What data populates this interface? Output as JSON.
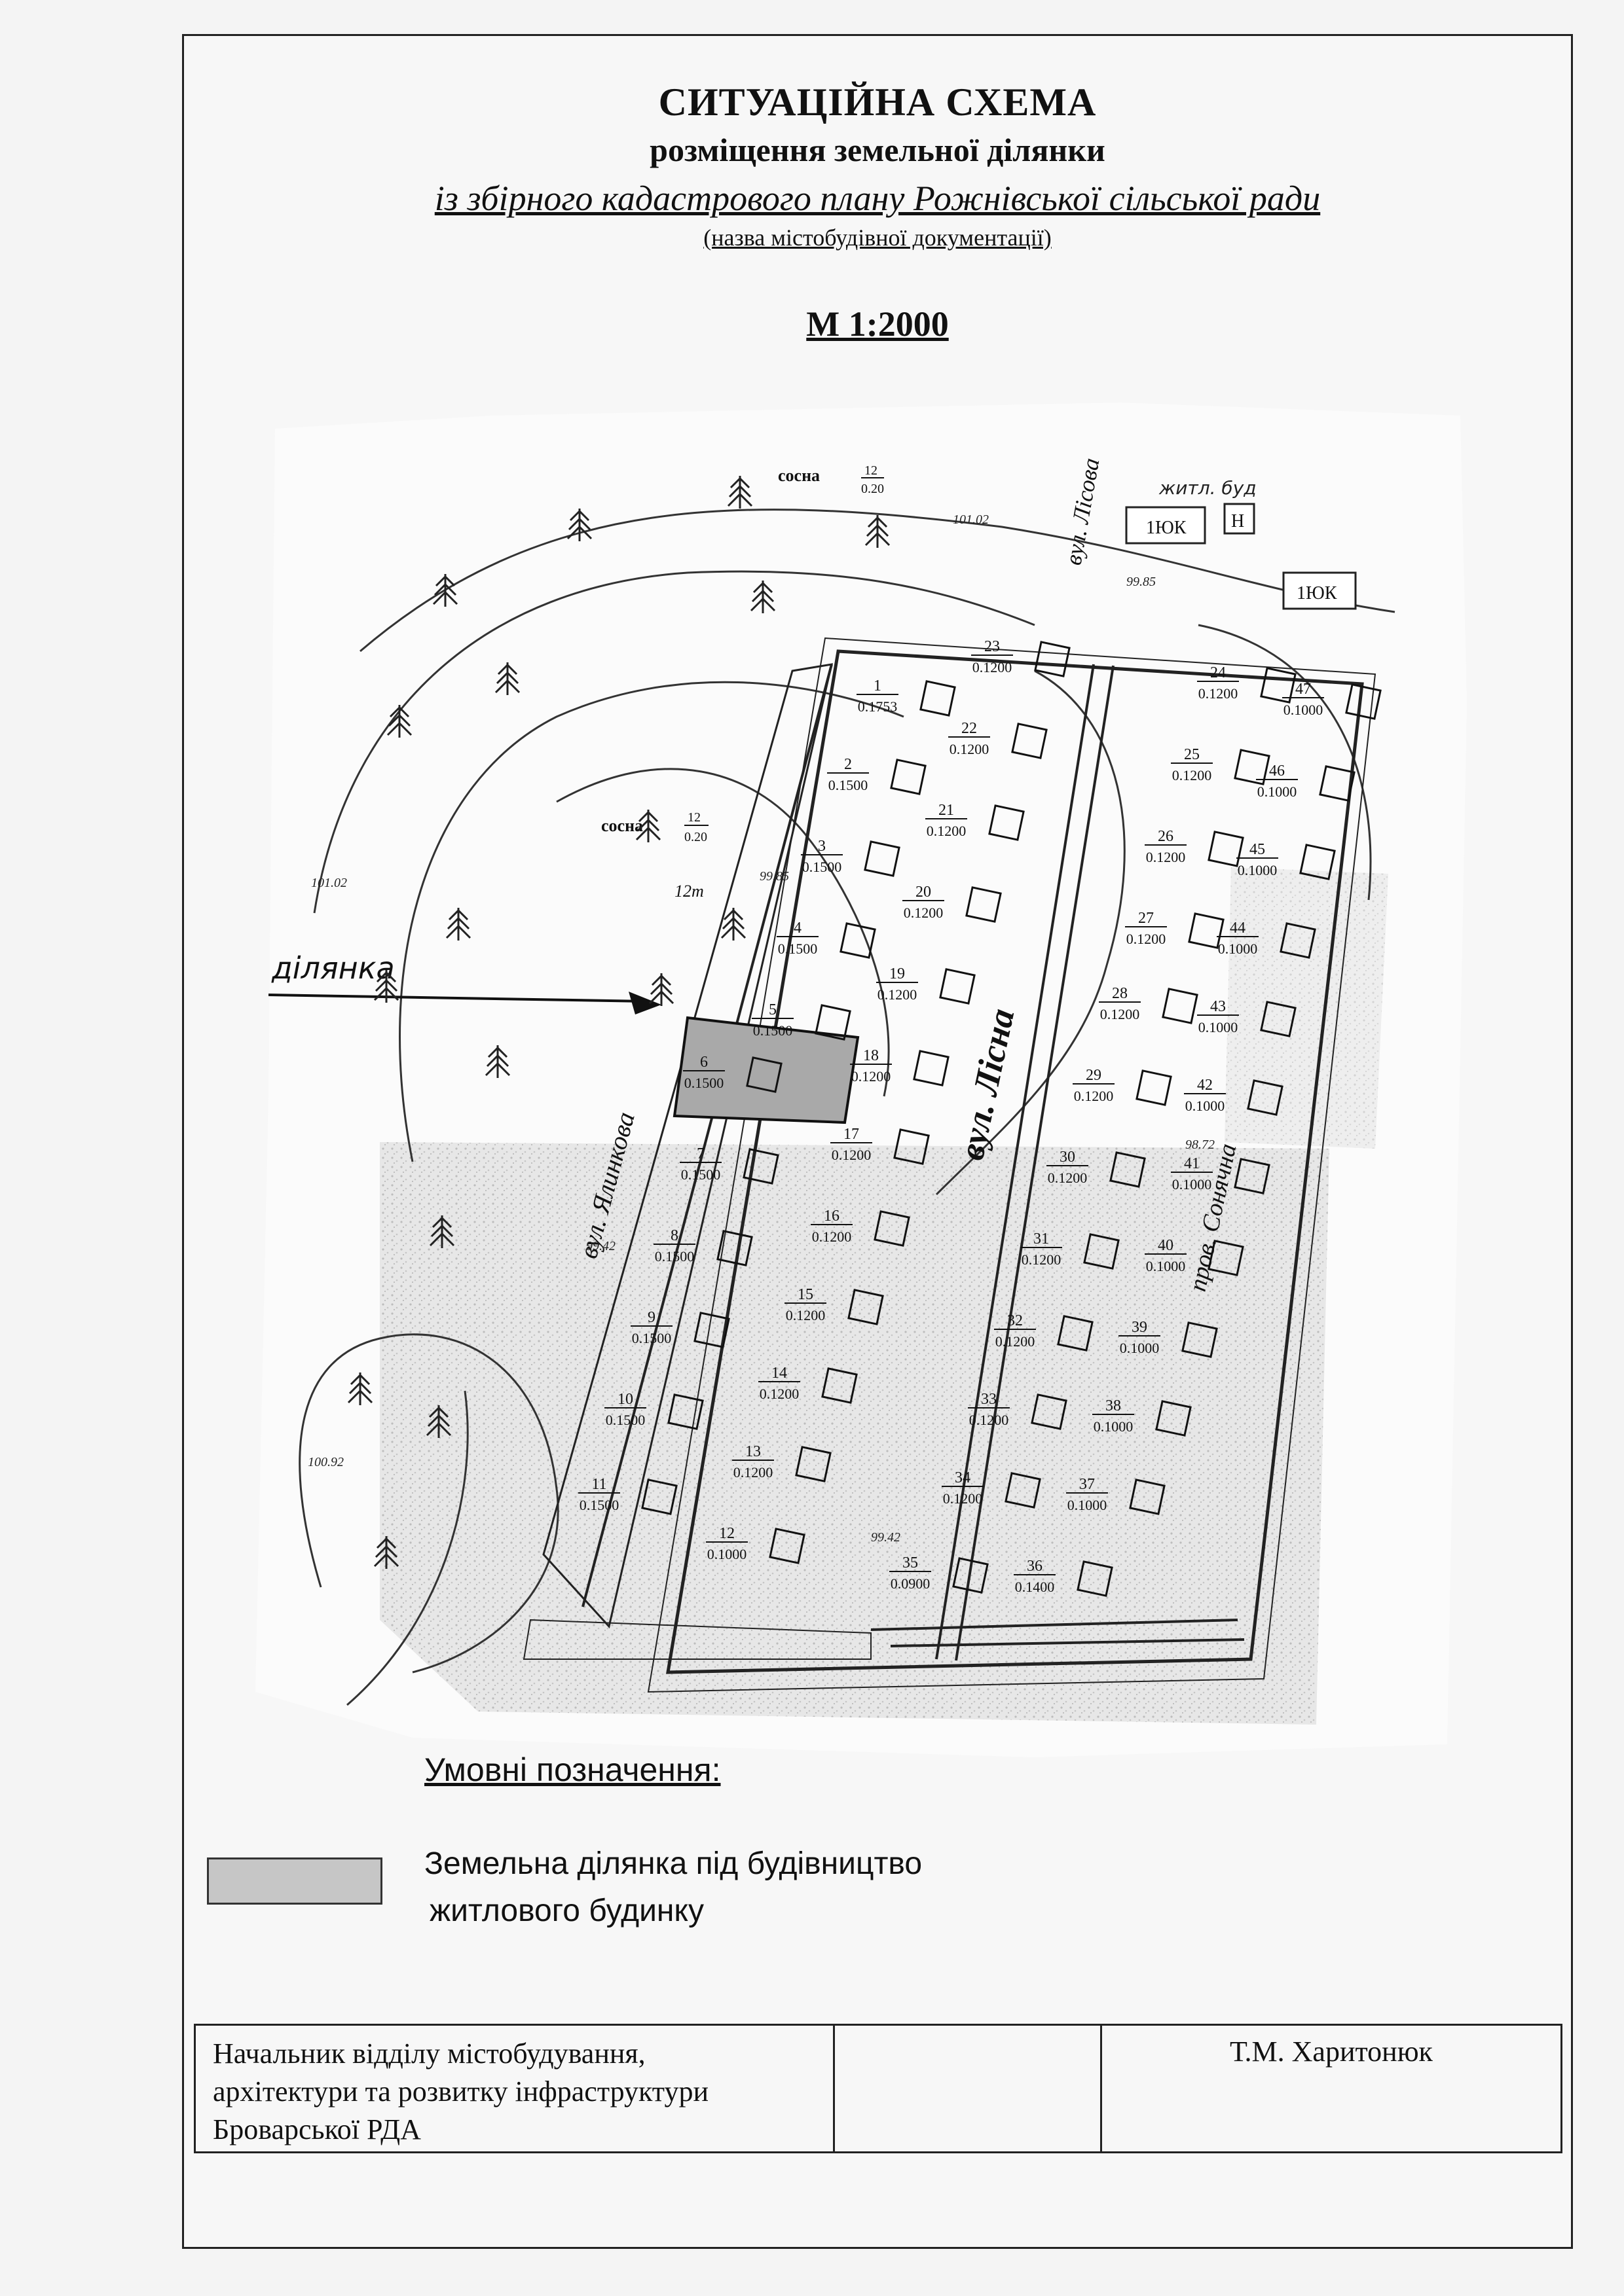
{
  "header": {
    "title": "СИТУАЦІЙНА СХЕМА",
    "subtitle": "розміщення земельної ділянки",
    "source": "із збірного  кадастрового плану Рожнівської  сільської  ради",
    "source_note": "(назва містобудівної документації)",
    "scale": "М 1:2000"
  },
  "map": {
    "lots": [
      {
        "n": "1",
        "a": "0.1753"
      },
      {
        "n": "2",
        "a": "0.1500"
      },
      {
        "n": "3",
        "a": "0.1500"
      },
      {
        "n": "4",
        "a": "0.1500"
      },
      {
        "n": "5",
        "a": "0.1500"
      },
      {
        "n": "6",
        "a": "0.1500"
      },
      {
        "n": "7",
        "a": "0.1500"
      },
      {
        "n": "8",
        "a": "0.1500"
      },
      {
        "n": "9",
        "a": "0.1500"
      },
      {
        "n": "10",
        "a": "0.1500"
      },
      {
        "n": "11",
        "a": "0.1500"
      },
      {
        "n": "12",
        "a": "0.1000"
      },
      {
        "n": "13",
        "a": "0.1200"
      },
      {
        "n": "14",
        "a": "0.1200"
      },
      {
        "n": "15",
        "a": "0.1200"
      },
      {
        "n": "16",
        "a": "0.1200"
      },
      {
        "n": "17",
        "a": "0.1200"
      },
      {
        "n": "18",
        "a": "0.1200"
      },
      {
        "n": "19",
        "a": "0.1200"
      },
      {
        "n": "20",
        "a": "0.1200"
      },
      {
        "n": "21",
        "a": "0.1200"
      },
      {
        "n": "22",
        "a": "0.1200"
      },
      {
        "n": "23",
        "a": "0.1200"
      },
      {
        "n": "24",
        "a": "0.1200"
      },
      {
        "n": "25",
        "a": "0.1200"
      },
      {
        "n": "26",
        "a": "0.1200"
      },
      {
        "n": "27",
        "a": "0.1200"
      },
      {
        "n": "28",
        "a": "0.1200"
      },
      {
        "n": "29",
        "a": "0.1200"
      },
      {
        "n": "30",
        "a": "0.1200"
      },
      {
        "n": "31",
        "a": "0.1200"
      },
      {
        "n": "32",
        "a": "0.1200"
      },
      {
        "n": "33",
        "a": "0.1200"
      },
      {
        "n": "34",
        "a": "0.1200"
      },
      {
        "n": "35",
        "a": "0.0900"
      },
      {
        "n": "36",
        "a": "0.1400"
      },
      {
        "n": "37",
        "a": "0.1000"
      },
      {
        "n": "38",
        "a": "0.1000"
      },
      {
        "n": "39",
        "a": "0.1000"
      },
      {
        "n": "40",
        "a": "0.1000"
      },
      {
        "n": "41",
        "a": "0.1000"
      },
      {
        "n": "42",
        "a": "0.1000"
      },
      {
        "n": "43",
        "a": "0.1000"
      },
      {
        "n": "44",
        "a": "0.1000"
      },
      {
        "n": "45",
        "a": "0.1000"
      },
      {
        "n": "46",
        "a": "0.1000"
      },
      {
        "n": "47",
        "a": "0.1000"
      }
    ],
    "highlighted_lot": "6",
    "pine_label": "сосна",
    "pine_num": "12",
    "pine_den": "0.20",
    "elevations": [
      "101.02",
      "101.02",
      "99.85",
      "99.85",
      "99.42",
      "99.42",
      "100.92",
      "98.72"
    ],
    "street_lisova": "вул. Лісова",
    "street_lisna": "вул. Лісна",
    "street_yalynkova": "вул. Ялинкова",
    "street_sonyachna": "пров. Сонячна",
    "building_label": "житл. буд",
    "building_code": "1ЮК",
    "building_n": "Н",
    "width_label": "12m",
    "parcel_note": "ділянка"
  },
  "legend": {
    "title": "Умовні позначення:",
    "item_line1": "Земельна ділянка під будівництво",
    "item_line2": " житлового будинку",
    "swatch_color": "#c6c6c6"
  },
  "signature": {
    "position_line1": "Начальник відділу містобудування,",
    "position_line2": "архітектури та розвитку інфраструктури",
    "position_line3": "Броварської РДА",
    "name": "Т.М. Харитонюк"
  }
}
